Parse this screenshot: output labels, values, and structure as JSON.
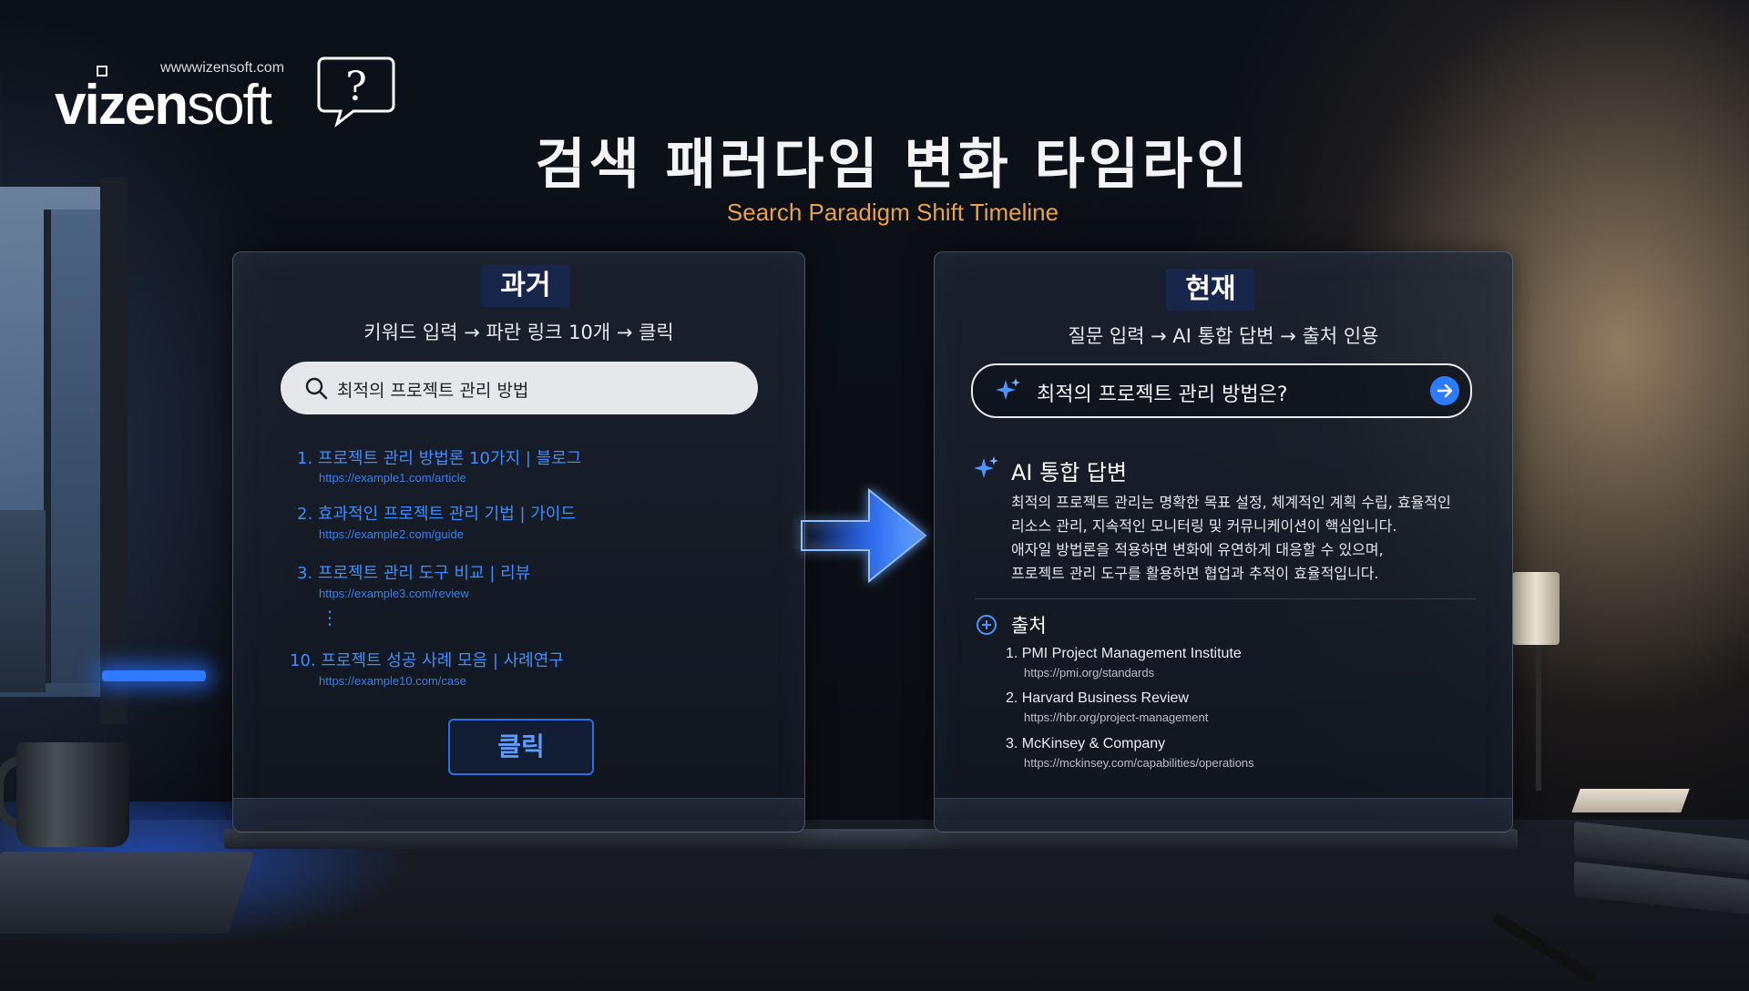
{
  "logo": {
    "url": "wwwwizensoft.com",
    "brand_bold": "vizen",
    "brand_light": "soft",
    "bubble_glyph": "?"
  },
  "title": "검색 패러다임 변화 타임라인",
  "subtitle": "Search Paradigm Shift Timeline",
  "past": {
    "badge": "과거",
    "flow": "키워드 입력 → 파란 링크 10개 → 클릭",
    "search_query": "최적의 프로젝트 관리 방법",
    "results": [
      {
        "title": "1. 프로젝트 관리 방법론 10가지 | 블로그",
        "url": "https://example1.com/article"
      },
      {
        "title": "2. 효과적인 프로젝트 관리 기법 | 가이드",
        "url": "https://example2.com/guide"
      },
      {
        "title": "3. 프로젝트 관리 도구 비교 | 리뷰",
        "url": "https://example3.com/review"
      },
      {
        "title": "10. 프로젝트 성공 사례 모음 | 사례연구",
        "url": "https://example10.com/case"
      }
    ],
    "ellipsis": "⋮",
    "click_label": "클릭"
  },
  "present": {
    "badge": "현재",
    "flow": "질문 입력 → AI 통합 답변 → 출처 인용",
    "search_query": "최적의 프로젝트 관리 방법은?",
    "ai_heading": "AI 통합 답변",
    "ai_lines": [
      "최적의 프로젝트 관리는 명확한 목표 설정, 체계적인 계획 수립, 효율적인",
      "리소스 관리, 지속적인 모니터링 및 커뮤니케이션이 핵심입니다.",
      "애자일 방법론을 적용하면 변화에 유연하게 대응할 수 있으며,",
      "프로젝트 관리 도구를 활용하면 협업과 추적이 효율적입니다."
    ],
    "sources_heading": "출처",
    "sources": [
      {
        "name": "1. PMI Project Management Institute",
        "url": "https://pmi.org/standards"
      },
      {
        "name": "2. Harvard Business Review",
        "url": "https://hbr.org/project-management"
      },
      {
        "name": "3. McKinsey & Company",
        "url": "https://mckinsey.com/capabilities/operations"
      }
    ]
  },
  "colors": {
    "accent_blue": "#2d7bff",
    "link_blue": "#3f8cff",
    "subtitle_orange": "#e8a24c",
    "badge_navy": "#17264a"
  },
  "icons": [
    "search-icon",
    "sparkle-icon",
    "arrow-right-icon",
    "plus-circle-icon",
    "question-bubble-icon"
  ]
}
